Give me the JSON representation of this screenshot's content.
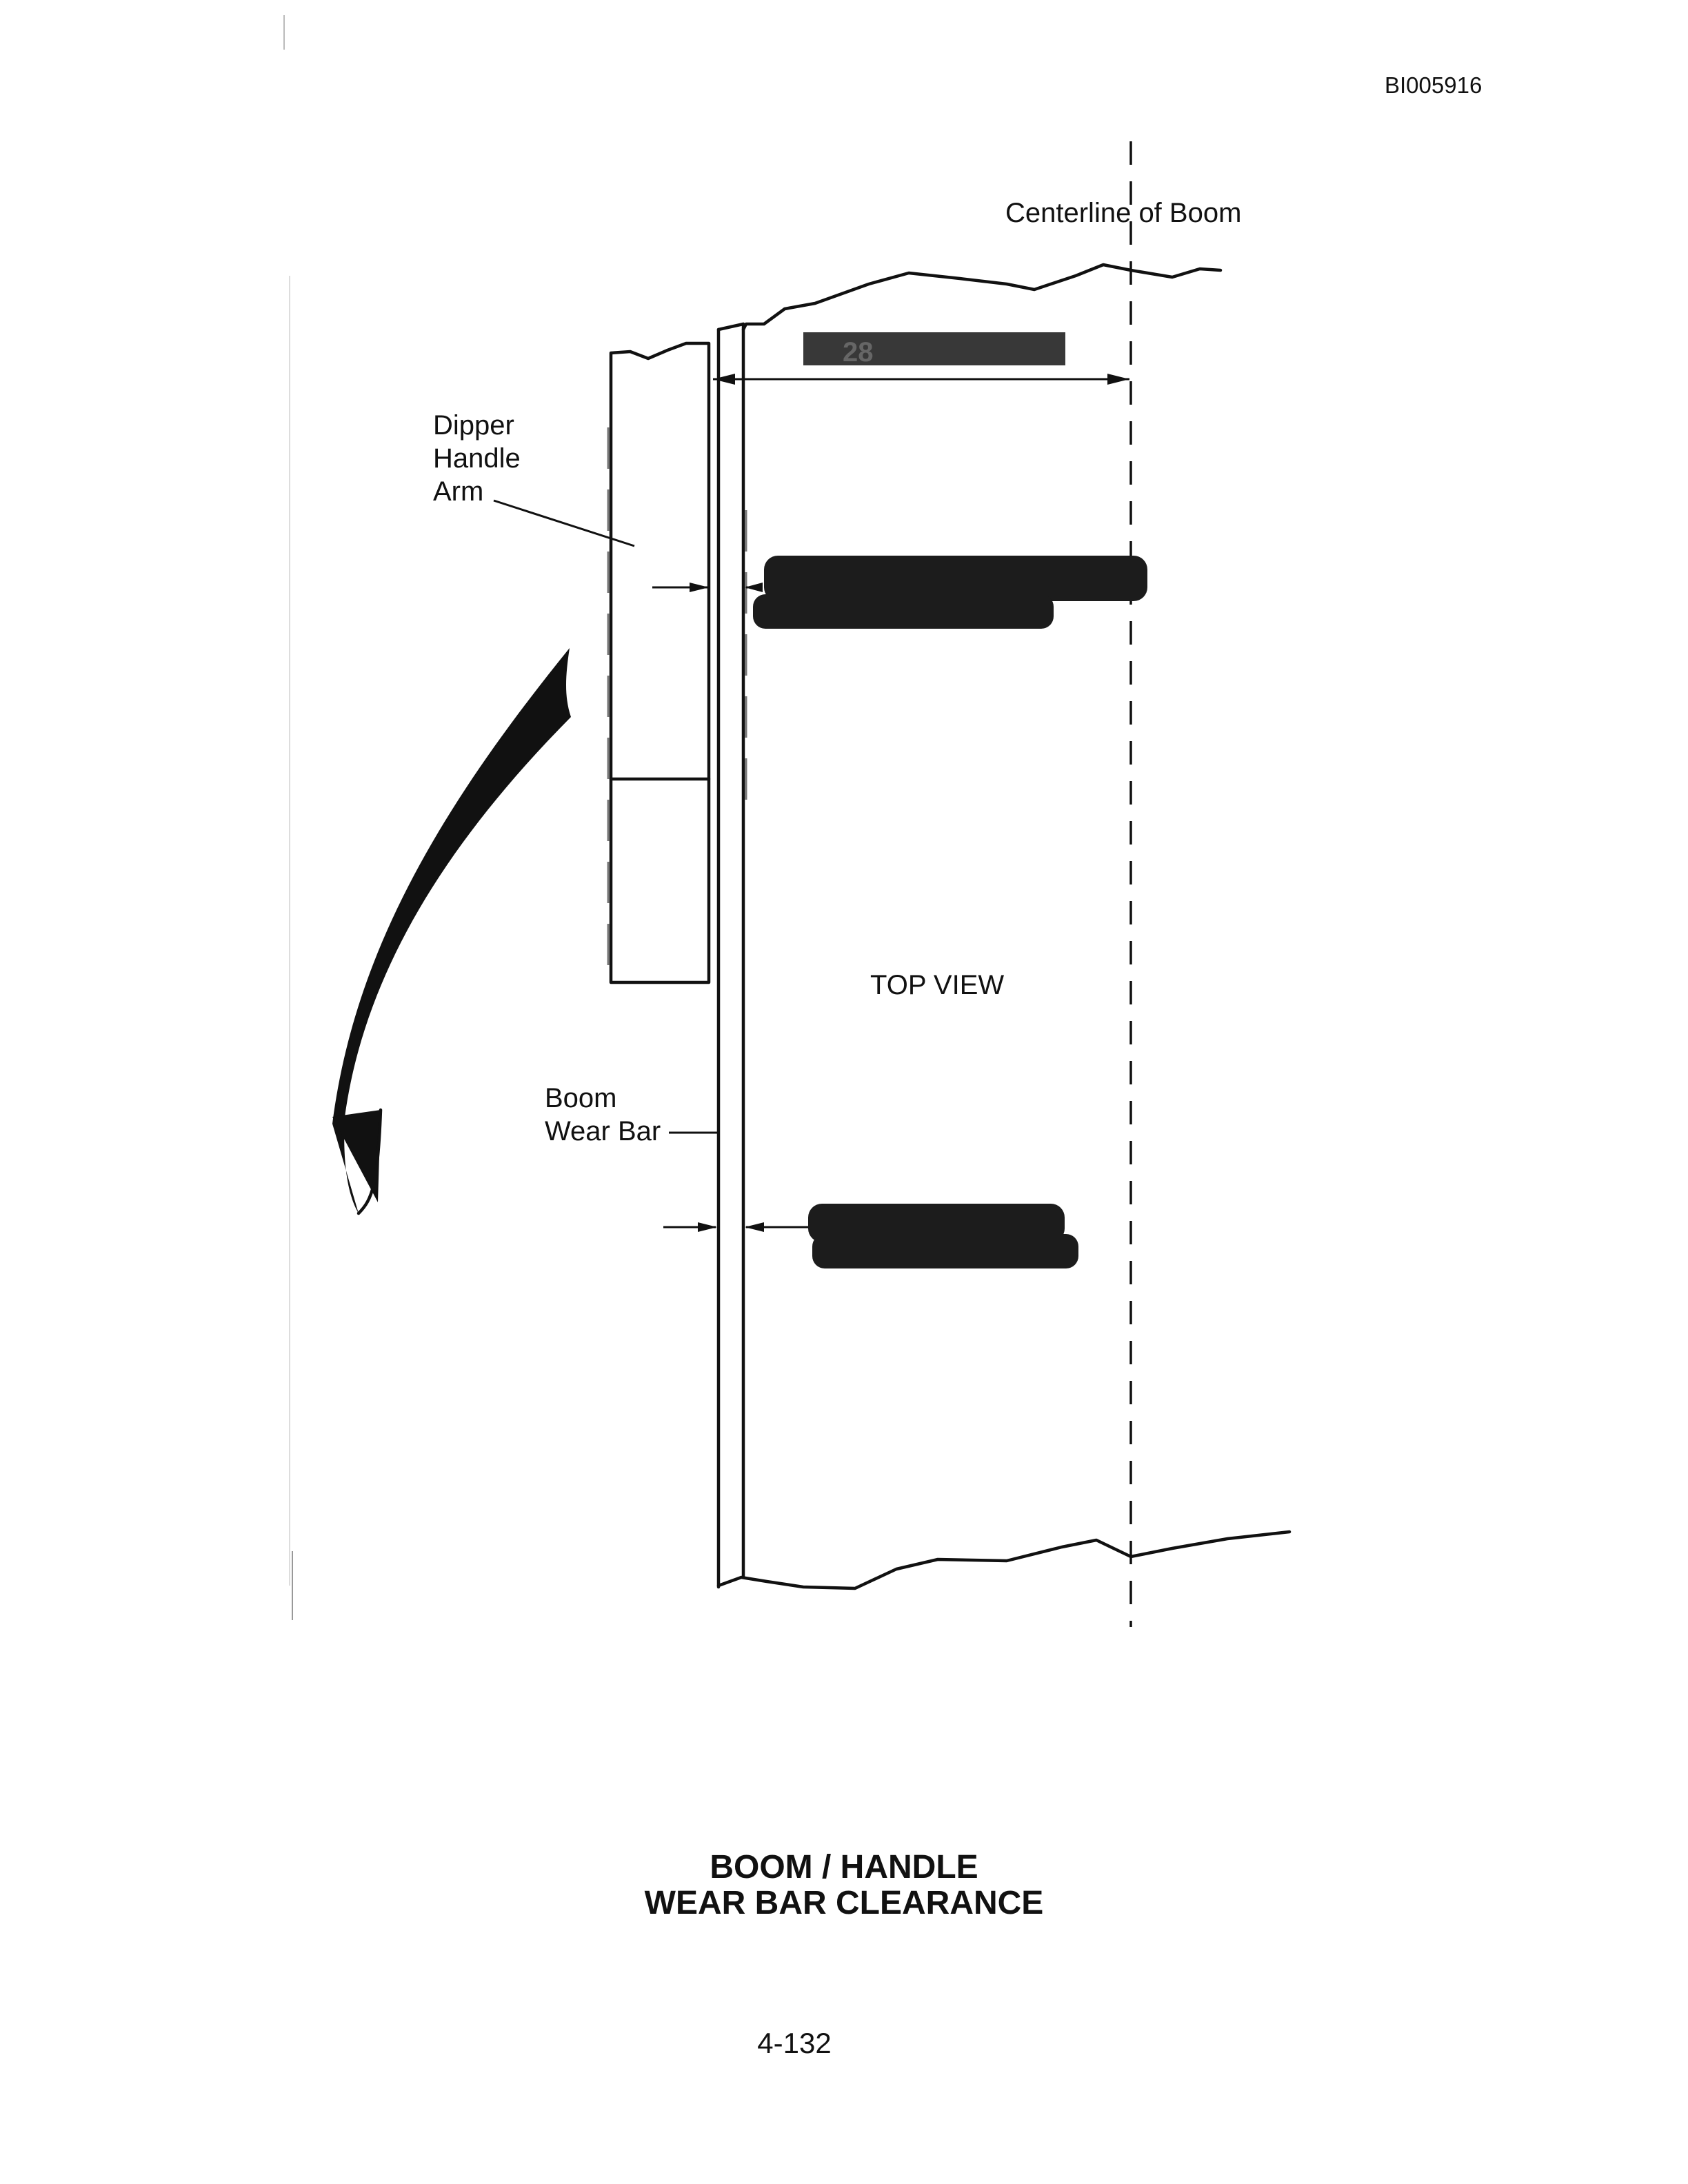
{
  "document_id": "BI005916",
  "labels": {
    "centerline": "Centerline of Boom",
    "dipper_line1": "Dipper",
    "dipper_line2": "Handle",
    "dipper_line3": "Arm",
    "view": "TOP VIEW",
    "wear_bar_line1": "Boom",
    "wear_bar_line2": "Wear Bar",
    "dimension_partial": "28"
  },
  "title": {
    "line1": "BOOM / HANDLE",
    "line2": "WEAR BAR CLEARANCE"
  },
  "page_number": "4-132",
  "colors": {
    "ink": "#111111",
    "redaction": "#1c1c1c",
    "paper": "#ffffff"
  }
}
